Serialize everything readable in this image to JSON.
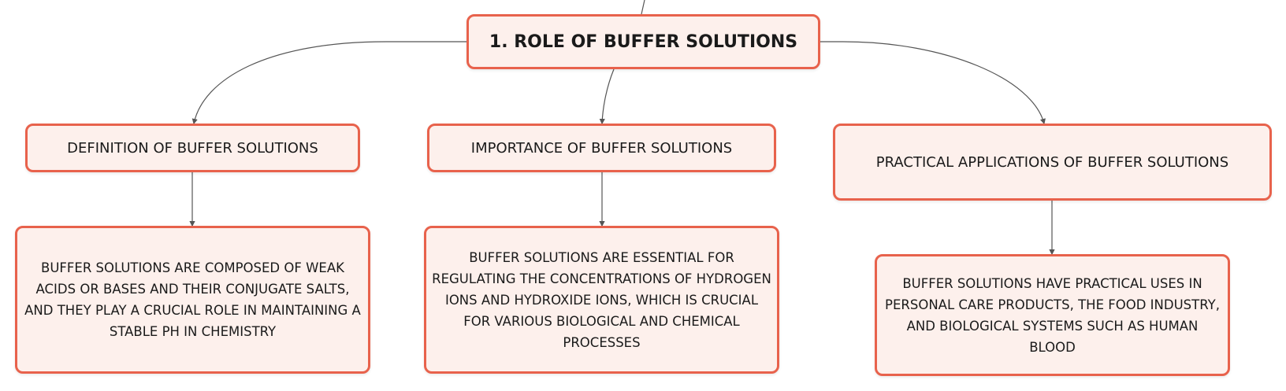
{
  "diagram": {
    "root": {
      "label": "1. ROLE OF BUFFER SOLUTIONS"
    },
    "branches": [
      {
        "title": "DEFINITION OF BUFFER SOLUTIONS",
        "detail": "BUFFER SOLUTIONS ARE COMPOSED OF WEAK ACIDS OR BASES AND THEIR CONJUGATE SALTS, AND THEY PLAY A CRUCIAL ROLE IN MAINTAINING A STABLE PH IN CHEMISTRY"
      },
      {
        "title": "IMPORTANCE OF BUFFER SOLUTIONS",
        "detail": "BUFFER SOLUTIONS ARE ESSENTIAL FOR REGULATING THE CONCENTRATIONS OF HYDROGEN IONS AND HYDROXIDE IONS, WHICH IS CRUCIAL FOR VARIOUS BIOLOGICAL AND CHEMICAL PROCESSES"
      },
      {
        "title": "PRACTICAL APPLICATIONS OF BUFFER SOLUTIONS",
        "detail": "BUFFER SOLUTIONS HAVE PRACTICAL USES IN PERSONAL CARE PRODUCTS, THE FOOD INDUSTRY, AND BIOLOGICAL SYSTEMS SUCH AS HUMAN BLOOD"
      }
    ],
    "colors": {
      "node_border": "#e8624c",
      "node_fill": "#fdf0ec",
      "connector": "#555555",
      "text": "#1a1a1a"
    }
  }
}
